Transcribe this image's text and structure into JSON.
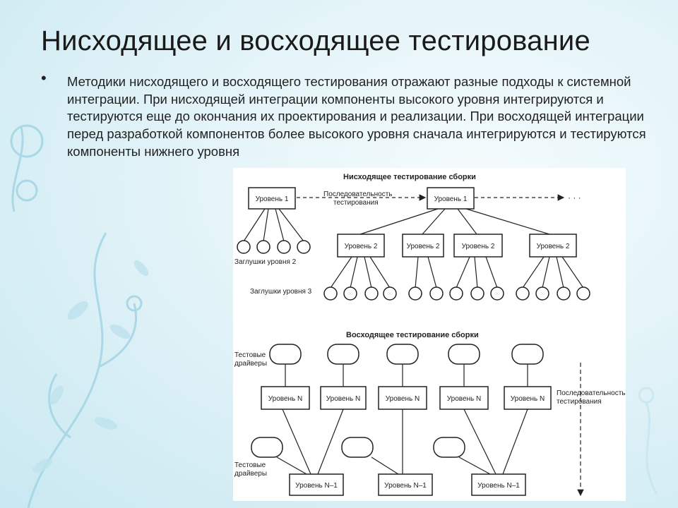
{
  "slide": {
    "title": "Нисходящее и восходящее тестирование",
    "bullet": "•",
    "paragraph": "Методики нисходящего и восходящего тестирования отражают разные подходы к системной интеграции. При нисходящей интеграции компоненты высокого уровня интегрируются и тестируются еще до окончания их проектирования и реализации. При восходящей интеграции перед разработкой компонентов более высокого уровня сначала интегрируются и тестируются компоненты нижнего уровня"
  },
  "figure": {
    "top_title": "Нисходящее тестирование сборки",
    "bottom_title": "Восходящее тестирование сборки",
    "level1": "Уровень 1",
    "level2": "Уровень 2",
    "levelN": "Уровень N",
    "levelN1": "Уровень N–1",
    "seq_top_1": "Последовательность",
    "seq_top_2": "тестирования",
    "seq_right_1": "Последовательность",
    "seq_right_2": "тестирования",
    "stubs2": "Заглушки уровня 2",
    "stubs3": "Заглушки уровня 3",
    "drivers_1": "Тестовые",
    "drivers_2": "драйверы",
    "drivers2_1": "Тестовые",
    "drivers2_2": "драйверы",
    "dots": "· · ·"
  }
}
